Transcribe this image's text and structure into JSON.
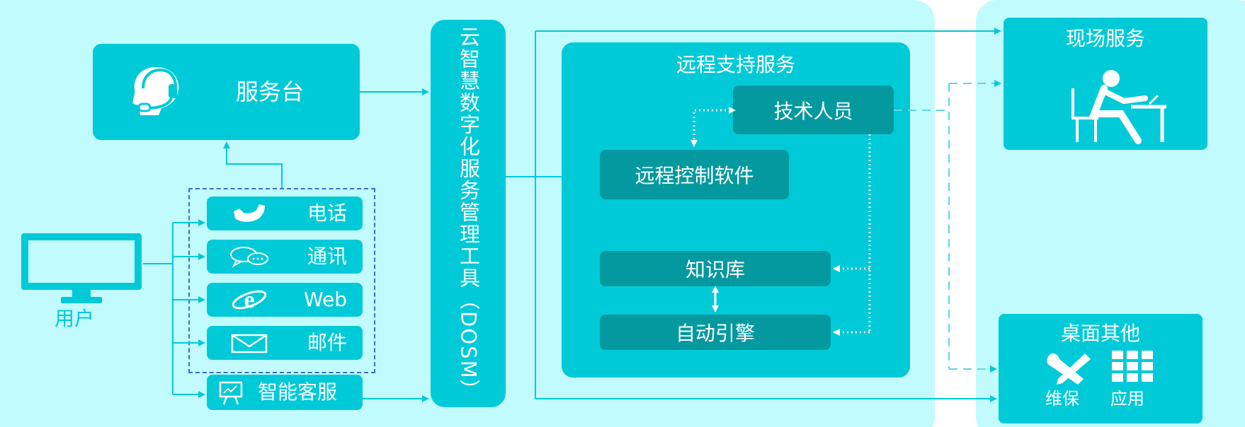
{
  "nodes": {
    "service_desk": "服务台",
    "user": "用户",
    "dosm": "云智慧数字化服务管理工具（DOSM）",
    "remote_support": "远程支持服务",
    "technician": "技术人员",
    "remote_control": "远程控制软件",
    "knowledge_base": "知识库",
    "auto_engine": "自动引擎",
    "onsite_service": "现场服务",
    "desktop_other": "桌面其他",
    "maintenance": "维保",
    "application": "应用",
    "smart_cs": "智能客服"
  },
  "channels": [
    {
      "label": "电话",
      "icon": "phone-icon"
    },
    {
      "label": "通讯",
      "icon": "chat-bubbles-icon"
    },
    {
      "label": "Web",
      "icon": "ie-browser-icon"
    },
    {
      "label": "邮件",
      "icon": "envelope-icon"
    }
  ],
  "colors": {
    "panel_bg": "#c2fbfd",
    "box": "#00cad8",
    "box_dark": "#03999f",
    "user_text": "#00cad8",
    "dashed_border": "#3a6fd0"
  }
}
